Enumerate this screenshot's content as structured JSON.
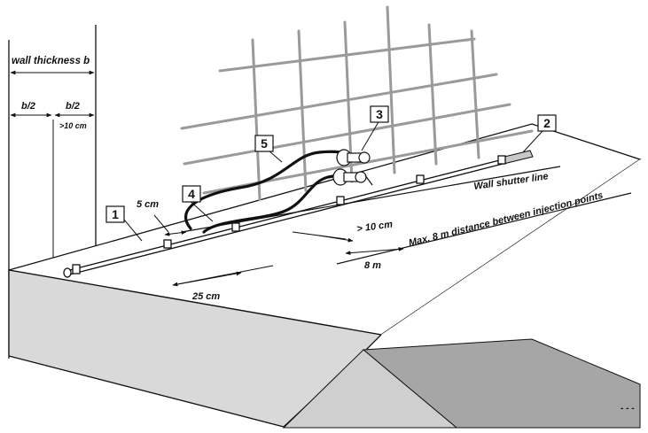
{
  "callouts": [
    {
      "id": "1",
      "text": "1"
    },
    {
      "id": "2",
      "text": "2"
    },
    {
      "id": "3",
      "text": "3"
    },
    {
      "id": "4",
      "text": "4"
    },
    {
      "id": "5",
      "text": "5"
    }
  ],
  "labels": {
    "wall_thickness": "wall thickness b",
    "half_b_left": "b/2",
    "half_b_right": "b/2",
    "min_10cm_small": ">10 cm",
    "five_cm": "5 cm",
    "twentyfive_cm": "25 cm",
    "gt_10cm": "> 10 cm",
    "eight_m": "8 m",
    "max_distance": "Max. 8 m distance between injection points",
    "wall_shutter_line": "Wall shutter line",
    "trailing_marks": "- - -"
  },
  "colors": {
    "ink": "#111111",
    "slab_top": "#ffffff",
    "slab_side": "#d9d9d9",
    "wedge_dark": "#a6a6a6",
    "wedge_light": "#cfcfcf",
    "grid": "#9a9a9a",
    "hose_gray": "#c8c8c8"
  }
}
